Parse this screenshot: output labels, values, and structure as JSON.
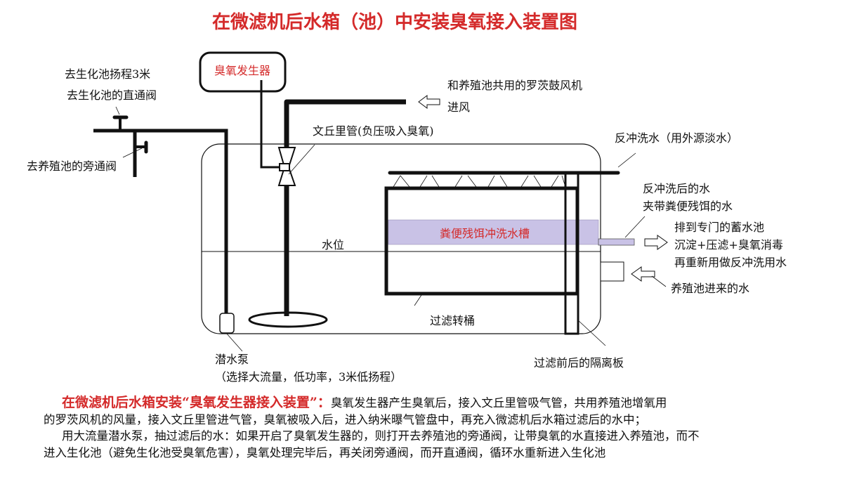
{
  "title": "在微滤机后水箱（池）中安装臭氧接入装置图",
  "colors": {
    "accent": "#d42a2a",
    "trough": "#c9c2e6"
  },
  "labels": {
    "ozone_generator": "臭氧发生器",
    "blower": "和养殖池共用的罗茨鼓风机",
    "air_in": "进风",
    "venturi": "文丘里管(负压吸入臭氧)",
    "lift": "去生化池扬程3米",
    "straight_valve": "去生化池的直通阀",
    "bypass_valve": "去养殖池的旁通阀",
    "water_level": "水位",
    "backwash_water": "反冲洗水（用外源淡水）",
    "after_backwash_1": "反冲洗后的水",
    "after_backwash_2": "夹带粪便残饵的水",
    "trough": "粪便残饵冲洗水槽",
    "discharge_1": "排到专门的蓄水池",
    "discharge_2": "沉淀+压滤+臭氧消毒",
    "discharge_3": "再重新用做反冲洗用水",
    "inlet": "养殖池进来的水",
    "drum": "过滤转桶",
    "partition": "过滤前后的隔离板",
    "pump": "潜水泵",
    "pump_note": "（选择大流量，低功率，3米低扬程）"
  },
  "description": {
    "heading": "在微滤机后水箱安装“臭氧发生器接入装置”：",
    "line1": "臭氧发生器产生臭氧后，接入文丘里管吸气管，共用养殖池增氧用",
    "line2": "的罗茨风机的风量，接入文丘里管进气管，臭氧被吸入后，进入纳米曝气管盘中，再充入微滤机后水箱过滤后的水中；",
    "line3": "用大流量潜水泵，抽过滤后的水：如果开启了臭氧发生器的，则打开去养殖池的旁通阀，让带臭氧的水直接进入养殖池，而不",
    "line4": "进入生化池（避免生化池受臭氧危害），臭氧处理完毕后，再关闭旁通阀，而开直通阀，循环水重新进入生化池"
  }
}
